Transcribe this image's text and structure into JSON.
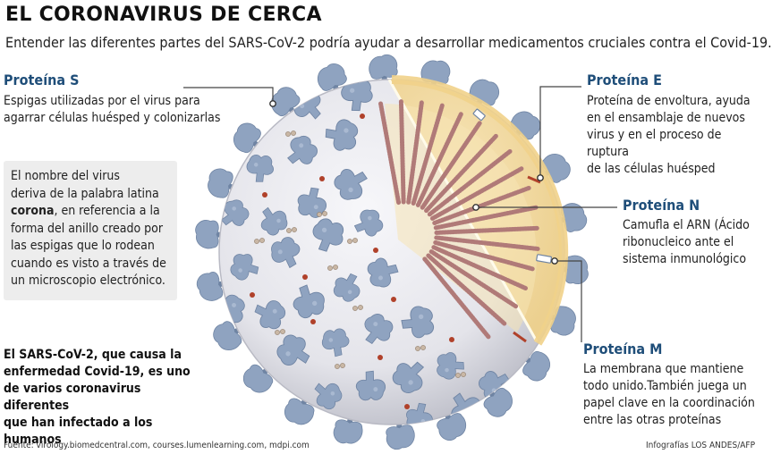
{
  "header": {
    "title": "EL CORONAVIRUS DE CERCA",
    "subtitle": "Entender las diferentes partes del SARS-CoV-2 podría ayudar a desarrollar medicamentos cruciales contra el Covid-19."
  },
  "labels": {
    "protein_s": {
      "title": "Proteína S",
      "desc_lines": [
        "Espigas utilizadas por el virus para",
        "agarrar células huésped y colonizarlas"
      ]
    },
    "protein_e": {
      "title": "Proteína E",
      "desc_lines": [
        "Proteína de envoltura, ayuda",
        "en el ensamblaje de nuevos",
        "virus y en el proceso de ruptura",
        "de las células  huésped"
      ]
    },
    "protein_n": {
      "title": "Proteína N",
      "desc_lines": [
        "Camufla el ARN (Ácido",
        "ribonucleico ante el",
        "sistema inmunológico"
      ]
    },
    "protein_m": {
      "title": "Proteína M",
      "desc_lines": [
        "La membrana que mantiene",
        "todo unido.También juega un",
        "papel clave en la coordinación",
        "entre las otras proteínas"
      ]
    }
  },
  "note": {
    "line1": "El nombre del virus",
    "line2": "deriva de la palabra latina",
    "bold_word": "corona",
    "line3_rest": ", en referencia a la",
    "line4": "forma del anillo creado por",
    "line5": "las espigas que lo rodean",
    "line6": "cuando es visto a través de",
    "line7": "un microscopio electrónico."
  },
  "bottom_text": {
    "lines": [
      "El SARS-CoV-2, que causa la",
      "enfermedad Covid-19, es uno",
      "de varios coronavirus diferentes",
      "que han infectado a los humanos"
    ]
  },
  "footer": {
    "source": "Fuente: virology.biomedcentral.com, courses.lumenlearning.com, mdpi.com",
    "credit": "Infografías LOS ANDES/AFP"
  },
  "colors": {
    "spike": "#8fa3c0",
    "spike_dark": "#6f84a3",
    "envelope": "#e9e9ee",
    "envelope_shadow": "#c9c9d2",
    "core": "#f3dca4",
    "core_inner": "#f6e4b6",
    "rna": "#b07a78",
    "e_protein": "#b0412a",
    "leader": "#444444",
    "label_blue": "#1f4e79"
  }
}
